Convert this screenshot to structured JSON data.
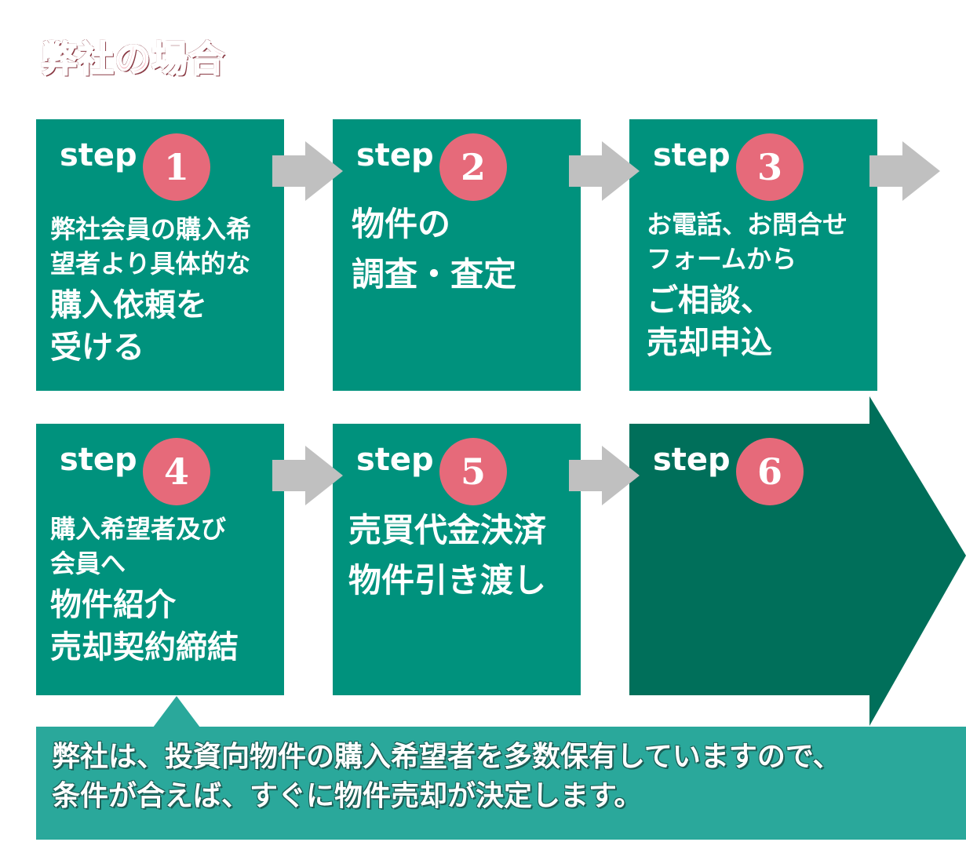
{
  "title": "弊社の場合",
  "step_label": "step",
  "steps": [
    {
      "num": "1",
      "small": [
        "弊社会員の購入希",
        "望者より具体的な"
      ],
      "big": [
        "購入依頼を",
        "受ける"
      ]
    },
    {
      "num": "2",
      "big": [
        "物件の",
        "調査・査定"
      ]
    },
    {
      "num": "3",
      "small": [
        "お電話、お問合せ",
        "フォームから"
      ],
      "big": [
        "ご相談、",
        "売却申込"
      ]
    },
    {
      "num": "4",
      "small": [
        "購入希望者及び",
        "会員へ"
      ],
      "big": [
        "物件紹介",
        "売却契約締結"
      ]
    },
    {
      "num": "5",
      "big": [
        "売買代金決済",
        "物件引き渡し"
      ]
    },
    {
      "num": "6"
    }
  ],
  "note": [
    "弊社は、投資向物件の購入希望者を多数保有していますので、",
    "条件が合えば、すぐに物件売却が決定します。"
  ],
  "colors": {
    "box": "#00927d",
    "final_arrow": "#006f5a",
    "number_circle": "#e66a7a",
    "connector_arrow": "#c0c0c0",
    "note_bg": "#2aa89b",
    "title": "#f28a98"
  }
}
